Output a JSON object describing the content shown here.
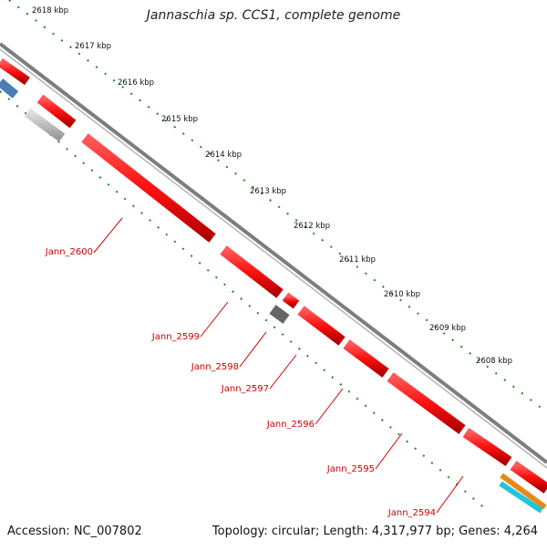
{
  "title": "Jannaschia sp. CCS1, complete genome",
  "footer": {
    "accession": "Accession: NC_007802",
    "summary": "Topology: circular; Length: 4,317,977 bp; Genes: 4,264"
  },
  "colors": {
    "backbone": "#8a8a8a",
    "gene": "#ff1a1a",
    "gene_label": "#cc0000",
    "tick": "#1a8a1a",
    "gray_feature": "#bcbcbc",
    "dark_feature": "#666666",
    "blue_feature": "#4a7fb5",
    "orange_feature": "#e58a1a",
    "cyan_feature": "#22c5d8"
  },
  "kbp_labels": [
    "2618 kbp",
    "2617 kbp",
    "2616 kbp",
    "2615 kbp",
    "2614 kbp",
    "2613 kbp",
    "2612 kbp",
    "2611 kbp",
    "2610 kbp",
    "2609 kbp",
    "2608 kbp"
  ],
  "gene_labels": [
    "Jann_2600",
    "Jann_2599",
    "Jann_2598",
    "Jann_2597",
    "Jann_2596",
    "Jann_2595",
    "Jann_2594"
  ]
}
